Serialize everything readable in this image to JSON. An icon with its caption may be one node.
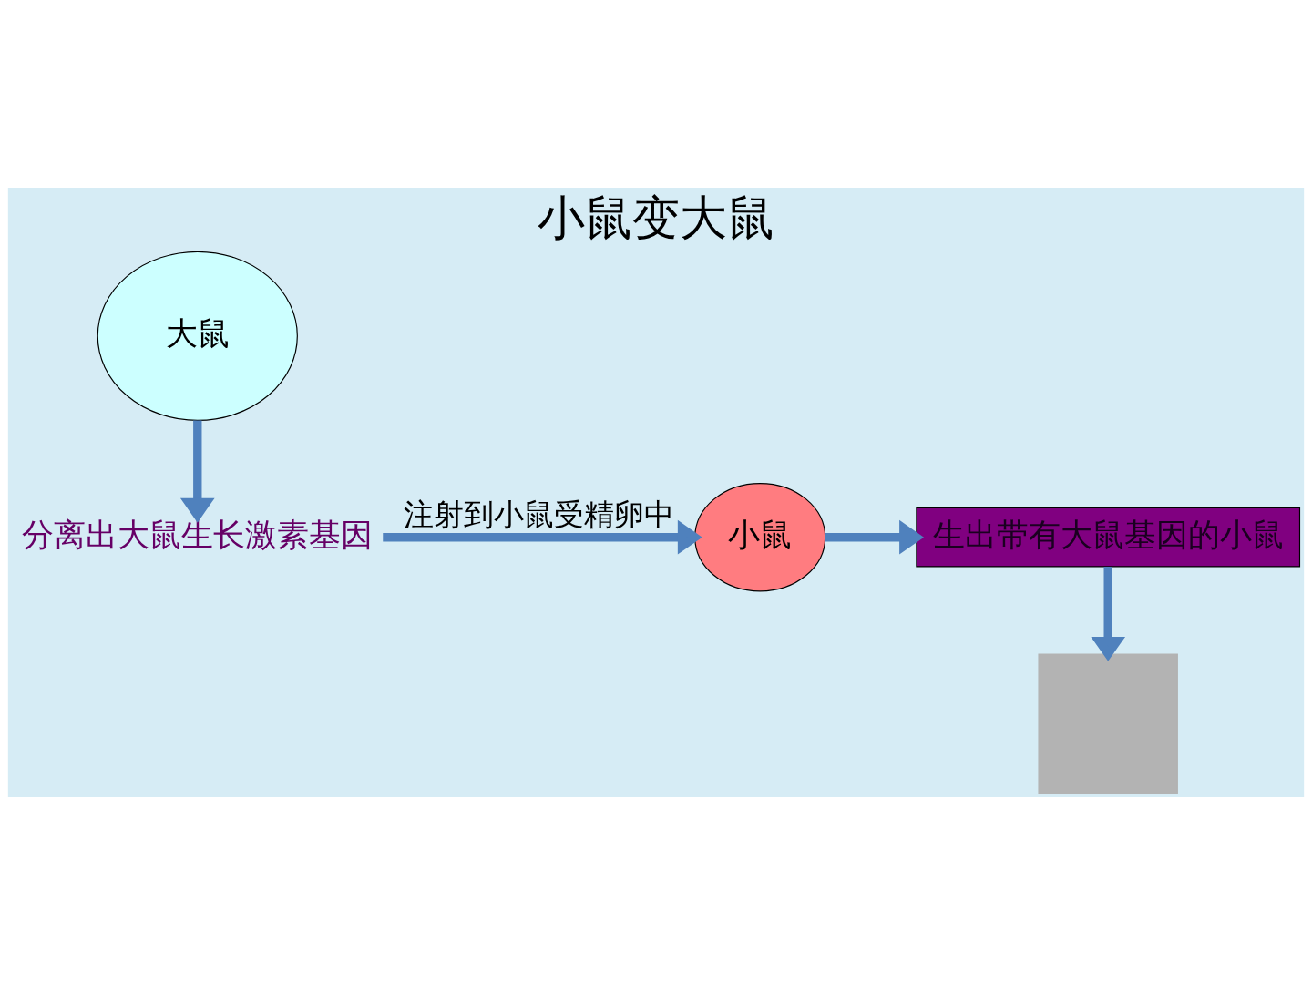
{
  "diagram": {
    "title": "小鼠变大鼠",
    "nodes": [
      {
        "text": [
          "大鼠"
        ]
      },
      {
        "text": [
          "分离出大鼠生长激素基因"
        ]
      },
      {
        "text": [
          "小鼠"
        ]
      },
      {
        "text": [
          "生出带有大鼠基因的小鼠"
        ]
      },
      {
        "text": [],
        "shape": "box"
      }
    ],
    "edges": [
      {
        "from": 0,
        "to": 1,
        "arrow": "to"
      },
      {
        "from": 1,
        "to": 2,
        "arrow": "to",
        "label": "注射到小鼠受精卵中"
      },
      {
        "from": 2,
        "to": 3,
        "arrow": "to"
      },
      {
        "from": 3,
        "to": 4,
        "arrow": "to"
      }
    ]
  }
}
